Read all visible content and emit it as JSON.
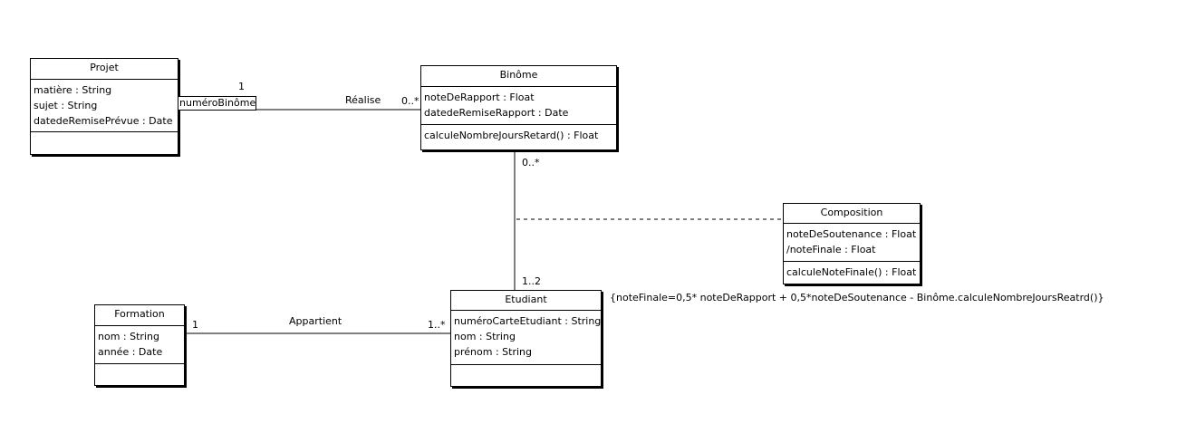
{
  "classes": {
    "projet": {
      "name": "Projet",
      "attributes": [
        "matière : String",
        "sujet : String",
        "datedeRemisePrévue : Date"
      ],
      "operations": []
    },
    "binome": {
      "name": "Binôme",
      "attributes": [
        "noteDeRapport : Float",
        "datedeRemiseRapport : Date"
      ],
      "operations": [
        "calculeNombreJoursRetard() : Float"
      ]
    },
    "composition": {
      "name": "Composition",
      "attributes": [
        "noteDeSoutenance : Float",
        "/noteFinale : Float"
      ],
      "operations": [
        "calculeNoteFinale() : Float"
      ]
    },
    "formation": {
      "name": "Formation",
      "attributes": [
        "nom : String",
        "année : Date"
      ],
      "operations": []
    },
    "etudiant": {
      "name": "Etudiant",
      "attributes": [
        "numéroCarteEtudiant : String",
        "nom : String",
        "prénom : String"
      ],
      "operations": []
    }
  },
  "associations": {
    "realise": {
      "name": "Réalise",
      "qualifier": "numéroBinôme",
      "mult_projet": "1",
      "mult_binome": "0..*"
    },
    "binome_etudiant": {
      "mult_binome": "0..*",
      "mult_etudiant": "1..2"
    },
    "appartient": {
      "name": "Appartient",
      "mult_formation": "1",
      "mult_etudiant": "1..*"
    }
  },
  "constraint": "{noteFinale=0,5* noteDeRapport + 0,5*noteDeSoutenance - Binôme.calculeNombreJoursReatrd()}"
}
